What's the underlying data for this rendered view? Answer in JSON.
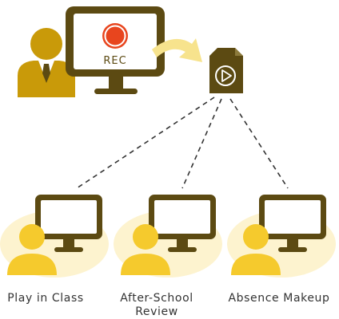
{
  "presenter": {
    "rec_label": "REC"
  },
  "students": [
    {
      "label_lines": [
        "Play in Class"
      ]
    },
    {
      "label_lines": [
        "After-School",
        "Review"
      ]
    },
    {
      "label_lines": [
        "Absence Makeup"
      ]
    }
  ],
  "icons": {
    "record": "record-icon",
    "video_file": "video-file-icon",
    "play": "play-icon",
    "arrow": "curved-arrow-icon"
  },
  "colors": {
    "dark_brown": "#5C4A12",
    "gold": "#C99A09",
    "gold_dark": "#A87E00",
    "yellow": "#F5CA2D",
    "cream": "#FDF3CF",
    "arrow": "#F7E38D",
    "rec_red": "#E8451E",
    "text": "#333333"
  }
}
